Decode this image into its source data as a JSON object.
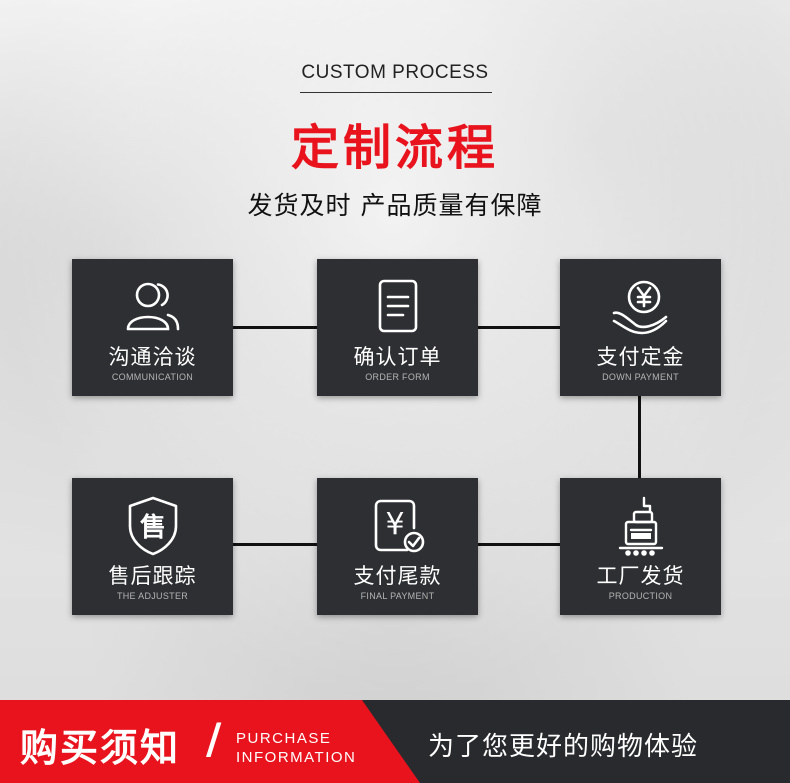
{
  "header": {
    "title_en": "CUSTOM PROCESS",
    "title_cn": "定制流程",
    "subtitle": "发货及时 产品质量有保障"
  },
  "steps": [
    {
      "cn": "沟通洽谈",
      "en": "COMMUNICATION",
      "icon": "people-icon"
    },
    {
      "cn": "确认订单",
      "en": "ORDER FORM",
      "icon": "document-icon"
    },
    {
      "cn": "支付定金",
      "en": "DOWN PAYMENT",
      "icon": "yen-coin-hand-icon"
    },
    {
      "cn": "售后跟踪",
      "en": "THE ADJUSTER",
      "icon": "shield-icon",
      "icon_text": "售"
    },
    {
      "cn": "支付尾款",
      "en": "FINAL PAYMENT",
      "icon": "yen-check-icon",
      "icon_text": "¥"
    },
    {
      "cn": "工厂发货",
      "en": "PRODUCTION",
      "icon": "factory-machine-icon"
    }
  ],
  "footer": {
    "title_cn": "购买须知",
    "slash": "/",
    "title_en_1": "PURCHASE",
    "title_en_2": "INFORMATION",
    "slogan": "为了您更好的购物体验"
  },
  "colors": {
    "accent_red": "#e8131c",
    "card_bg": "#2d2f33",
    "footer_bg": "#282a2e"
  }
}
